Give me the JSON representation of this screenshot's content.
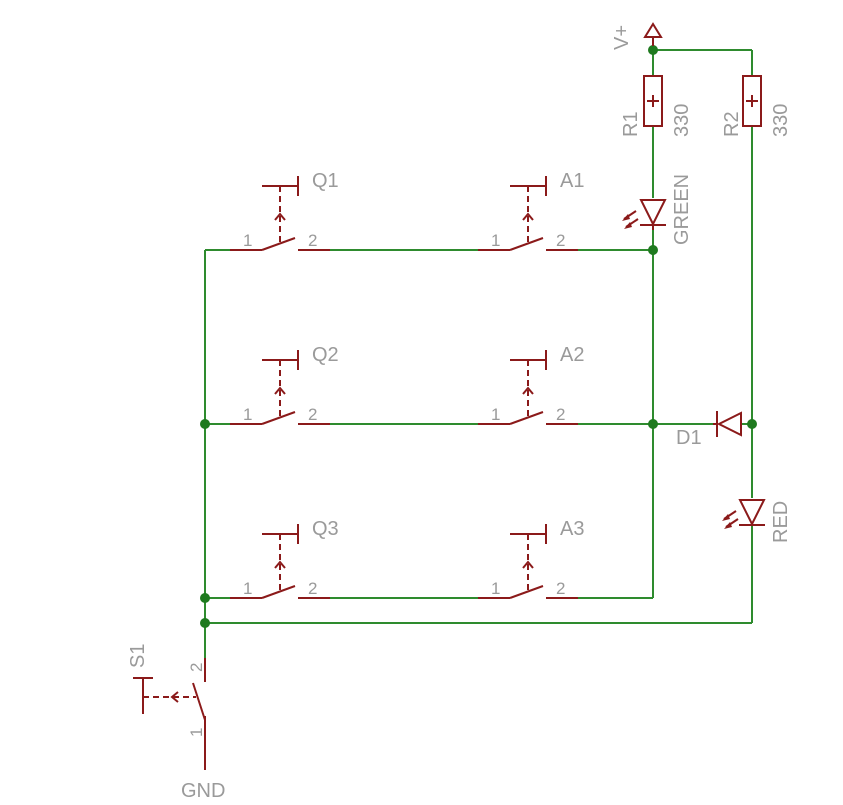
{
  "colors": {
    "wire": "#2e8b2e",
    "part": "#8b1a1a",
    "label": "#9a9a9a",
    "junction": "#1f7a1f"
  },
  "labels": {
    "supply": "V+",
    "ground": "GND",
    "r1_name": "R1",
    "r1_value": "330",
    "r2_name": "R2",
    "r2_value": "330",
    "led_green": "GREEN",
    "led_red": "RED",
    "diode": "D1",
    "sw_q1": "Q1",
    "sw_a1": "A1",
    "sw_q2": "Q2",
    "sw_a2": "A2",
    "sw_q3": "Q3",
    "sw_a3": "A3",
    "sw_s1": "S1",
    "pin1": "1",
    "pin2": "2"
  }
}
